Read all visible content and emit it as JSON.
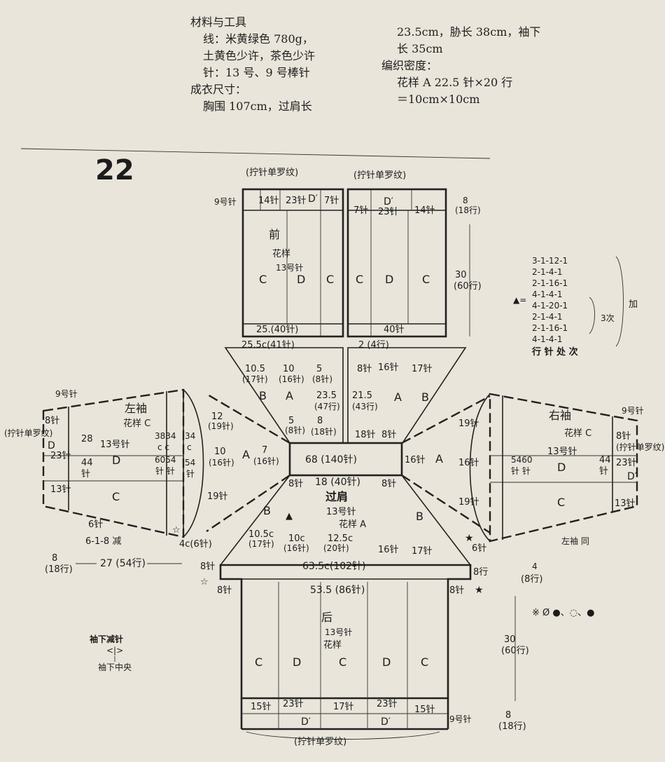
{
  "materials": {
    "heading": "材料与工具",
    "yarn": "线：米黄绿色 780g，",
    "yarn2": "土黄色少许，茶色少许",
    "needles": "针：13 号、9 号棒针"
  },
  "size": {
    "heading": "成衣尺寸：",
    "line1": "胸围 107cm，过肩长",
    "line2": "23.5cm，胁长 38cm，袖下",
    "line3": "长 35cm"
  },
  "gauge": {
    "heading": "编织密度：",
    "line1": "花样 A 22.5 针×20 行",
    "line2": "＝10cm×10cm"
  },
  "pattern_number": "22",
  "front": {
    "label": "前",
    "pattern_label": "花样",
    "needle_label": "13号针",
    "rib_label_left": "(拧针单罗纹)",
    "rib_label_right": "(拧针单罗纹)",
    "rib_needle": "9号针",
    "top_left_a": "14针",
    "top_left_b": "23针",
    "top_left_c": "D′",
    "top_left_d": "7针",
    "top_right_a": "7针",
    "top_right_b": "23针",
    "top_right_c": "14针",
    "top_right_d": "D′",
    "cols": [
      "C",
      "D",
      "C",
      "C",
      "D",
      "C"
    ],
    "bottom_left": "25.(40针)",
    "bottom_right": "40针",
    "rib_len": "8",
    "rib_rows": "(18行)",
    "body_len": "30",
    "body_rows": "(60行)"
  },
  "yoke": {
    "front_width": "25.5c(41针)",
    "front_rows": "2 (4行)",
    "seg_a": "10.5",
    "seg_a_st": "(17针)",
    "seg_b": "10",
    "seg_b_st": "(16针)",
    "seg_c": "5",
    "seg_c_st": "(8针)",
    "st_8": "8针",
    "st_16": "16针",
    "st_17": "17针",
    "len_l": "23.5",
    "len_l_st": "(47行)",
    "len_r": "21.5",
    "len_r_st": "(43行)",
    "B": "B",
    "A": "A",
    "center": "68 (140针)",
    "under": "18 (40针)",
    "title": "过肩",
    "needle": "13号针",
    "pattern": "花样 A",
    "left_7": "7",
    "left_7st": "(16针)",
    "right_16": "16针",
    "mid_5": "5",
    "mid_8": "8",
    "mid_8st": "(8针)",
    "mid_18": "(18针)",
    "st18": "18针",
    "back_a": "10.5c",
    "back_a_st": "(17针)",
    "back_b": "10c",
    "back_b_st": "(16针)",
    "back_c": "12.5c",
    "back_c_st": "(20针)",
    "back_16": "16针",
    "back_17": "17针",
    "triangle": "▲"
  },
  "left_sleeve": {
    "title": "左袖",
    "pattern": "花样 C",
    "needle": "13号针",
    "rib_needle": "9号针",
    "rib_label": "(拧针单罗纹)",
    "D": "D",
    "C": "C",
    "st_8": "8针",
    "st_28": "28",
    "st_23": "23针",
    "st_44": "44",
    "st_44b": "针",
    "st_13": "13针",
    "st_38": "3834",
    "st_cc": "c c",
    "st_6054": "6054",
    "st_zz": "针 针",
    "st_34": "34",
    "st_c": "c",
    "st_54": "54",
    "st_z": "针",
    "seg_12": "12",
    "seg_12st": "(19针)",
    "seg_10": "10",
    "seg_10st": "(16针)",
    "seg_19": "19针",
    "A": "A",
    "dec": "6针",
    "dec2": "6-1-8 减",
    "side": "4c(6针)",
    "len_a": "8",
    "len_a_st": "(18行)",
    "len_b": "27 (54行)"
  },
  "right_sleeve": {
    "title": "右袖",
    "pattern": "花样 C",
    "needle": "13号针",
    "rib_needle": "9号针",
    "rib_label": "(拧针单罗纹)",
    "D": "D",
    "C": "C",
    "Dp": "D′",
    "st_8": "8针",
    "st_5460": "5460",
    "st_zz": "针 针",
    "st_44": "44",
    "st_44b": "针",
    "st_23": "23针",
    "st_13": "13针",
    "seg_19a": "19针",
    "seg_16": "16针",
    "seg_19b": "19针",
    "A": "A",
    "side": "6针",
    "note": "左袖 同"
  },
  "shaping": {
    "lines": [
      "3-1-12-1",
      "2-1-4-1",
      "2-1-16-1",
      "4-1-4-1",
      "4-1-20-1",
      "2-1-4-1",
      "2-1-16-1",
      "4-1-4-1"
    ],
    "footer": "行 针 处 次",
    "marker": "▲=",
    "times": "3次",
    "add": "加"
  },
  "back": {
    "label": "后",
    "needle": "13号针",
    "pattern": "花样",
    "top_width": "63.5c(102针)",
    "body_width": "53.5 (86针)",
    "st_8l": "8针",
    "st_8r": "8针",
    "st_8l2": "8针",
    "st_8r2": "8行",
    "cols": [
      "C",
      "D",
      "C",
      "D",
      "C"
    ],
    "bottom": [
      "15针",
      "23针",
      "17针",
      "23针",
      "15针"
    ],
    "rib_D": "D′",
    "rib_needle": "9号针",
    "rib_label": "(拧针单罗纹)",
    "len_a": "4",
    "len_a_st": "(8行)",
    "len_b": "30",
    "len_b_st": "(60行)",
    "len_c": "8",
    "len_c_st": "(18行)"
  },
  "legend": {
    "note": "※ Ø  ●、◌、●",
    "dec_title": "袖下减针",
    "dec_center": "袖下中央"
  }
}
